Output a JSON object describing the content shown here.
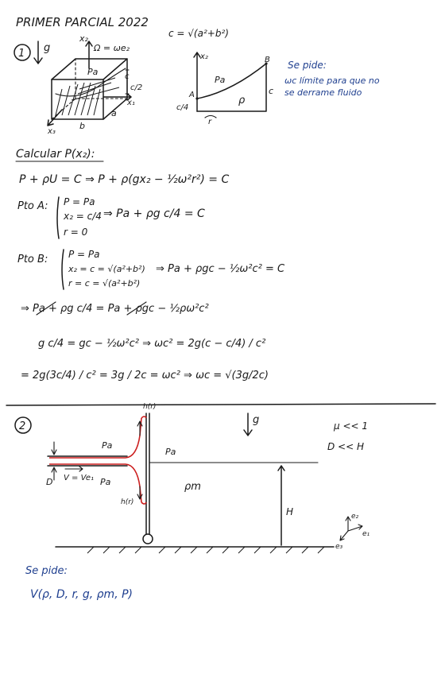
{
  "header": {
    "title": "PRIMER PARCIAL 2022"
  },
  "problem1": {
    "number": "1",
    "gravity": "g",
    "omega": "Ω = ωe₂",
    "hyp": "c = √(a²+b²)",
    "box": {
      "pa": "Pa",
      "c": "c",
      "c2": "c/2",
      "x1": "x₁",
      "x2": "x₂",
      "x3": "x₃",
      "a": "a",
      "b": "b"
    },
    "profile": {
      "x2": "x₂",
      "B": "B",
      "A": "A",
      "c4": "c/4",
      "pa": "Pa",
      "rho": "ρ",
      "c": "c",
      "r": "r"
    },
    "ask_title": "Se pide:",
    "ask_line1": "ωc límite para que no",
    "ask_line2": "se derrame fluido",
    "calc_title": "Calcular P(x₂):",
    "eq1": "P + ρU = C ⇒ P + ρ(gx₂ − ½ω²r²) = C",
    "ptoA_label": "Pto A:",
    "ptoA_lines": [
      "P = Pa",
      "x₂ = c/4",
      "r = 0"
    ],
    "ptoA_result": "⇒ Pa + ρg c/4 = C",
    "ptoB_label": "Pto B:",
    "ptoB_lines": [
      "P = Pa",
      "x₂ = c = √(a²+b²)",
      "r = c = √(a²+b²)"
    ],
    "ptoB_result": "⇒ Pa + ρgc − ½ω²c² = C",
    "eq_equal": "⇒ Pa + ρg c/4 = Pa + ρgc − ½ρω²c²",
    "eq_solve": "g c/4 = gc − ½ω²c² ⇒ ωc² = 2g(c − c/4) / c²",
    "eq_final": "= 2g(3c/4) / c² = 3g / 2c = ωc² ⇒ ωc = √(3g/2c)"
  },
  "problem2": {
    "number": "2",
    "gravity": "g",
    "cond1": "μ << 1",
    "cond2": "D << H",
    "pa_top": "Pa",
    "pa_left": "Pa",
    "pa_right": "Pa",
    "h_top": "h(r)",
    "h_bottom": "h(r)",
    "D": "D",
    "V": "V = Ve₁",
    "rho_m": "ρm",
    "H": "H",
    "e1": "e₁",
    "e2": "e₂",
    "e3": "e₃",
    "ask_title": "Se pide:",
    "ask_expr": "V(ρ, D, r, g, ρm, P)"
  }
}
